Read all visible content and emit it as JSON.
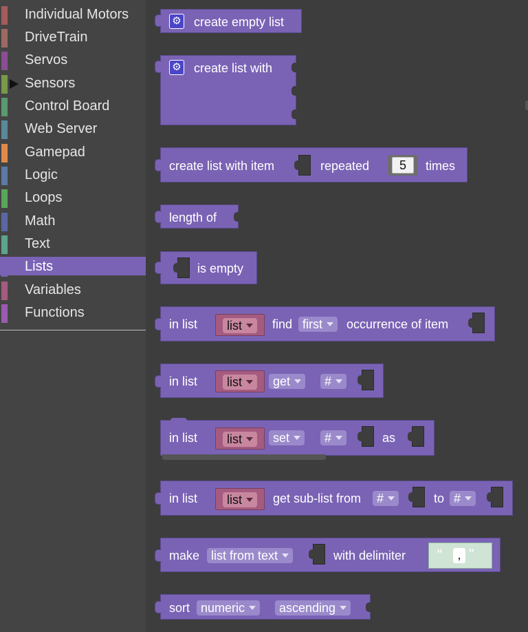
{
  "toolbox": {
    "categories": [
      {
        "label": "Individual Motors",
        "color": "#a55b5b"
      },
      {
        "label": "DriveTrain",
        "color": "#9c6a62"
      },
      {
        "label": "Servos",
        "color": "#8b4e93"
      },
      {
        "label": "Sensors",
        "color": "#7a9a4a"
      },
      {
        "label": "Control Board",
        "color": "#5a9a6e"
      },
      {
        "label": "Web Server",
        "color": "#5a8a9a"
      },
      {
        "label": "Gamepad",
        "color": "#e08a4a"
      },
      {
        "label": "Logic",
        "color": "#5b7aa5"
      },
      {
        "label": "Loops",
        "color": "#5ba55b"
      },
      {
        "label": "Math",
        "color": "#5b67a5"
      },
      {
        "label": "Text",
        "color": "#5ba58c"
      },
      {
        "label": "Lists",
        "color": "#7a63b5"
      },
      {
        "label": "Variables",
        "color": "#a55b80"
      },
      {
        "label": "Functions",
        "color": "#9a5cb0"
      }
    ],
    "selected": "Lists"
  },
  "colors": {
    "list_block": "#7a63b5",
    "variable_block": "#a55b80",
    "toolbox_bg": "#444444",
    "workspace_bg": "#3d3d3d"
  },
  "blocks": {
    "create_empty": {
      "label": "create empty list",
      "icon": "gear-icon"
    },
    "create_with": {
      "label": "create list with",
      "icon": "gear-icon"
    },
    "repeat": {
      "prefix": "create list with item",
      "mid": "repeated",
      "count": "5",
      "suffix": "times"
    },
    "length": {
      "label": "length of"
    },
    "is_empty": {
      "label": "is empty"
    },
    "find": {
      "prefix": "in list",
      "var": "list",
      "word": "find",
      "mode": "first",
      "suffix": "occurrence of item"
    },
    "get": {
      "prefix": "in list",
      "var": "list",
      "mode": "get",
      "where": "#"
    },
    "set": {
      "prefix": "in list",
      "var": "list",
      "mode": "set",
      "where": "#",
      "suffix": "as"
    },
    "sublist": {
      "prefix": "in list",
      "var": "list",
      "word": "get sub-list from",
      "from": "#",
      "to_word": "to",
      "to": "#"
    },
    "split": {
      "prefix": "make",
      "mode": "list from text",
      "word": "with delimiter",
      "open_quote": "“",
      "delimiter": ",",
      "close_quote": "”"
    },
    "sort": {
      "prefix": "sort",
      "type": "numeric",
      "order": "ascending"
    }
  }
}
